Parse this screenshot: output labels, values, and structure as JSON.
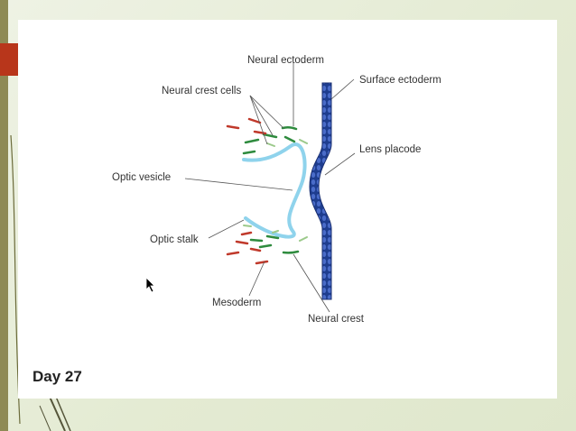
{
  "slide": {
    "day_label": "Day 27",
    "labels": {
      "neural_ectoderm": "Neural ectoderm",
      "surface_ectoderm": "Surface ectoderm",
      "neural_crest_cells": "Neural crest cells",
      "lens_placode": "Lens placode",
      "optic_vesicle": "Optic vesicle",
      "optic_stalk": "Optic stalk",
      "mesoderm": "Mesoderm",
      "neural_crest": "Neural crest"
    }
  },
  "colors": {
    "surface_ectoderm": "#1e3d8f",
    "optic_vesicle": "#8fd3ec",
    "neural_crest_cells": "#2e8b3e",
    "mesoderm_cells": "#c0392b",
    "accent_block": "#b8361b",
    "left_bar": "#8e8a55"
  }
}
